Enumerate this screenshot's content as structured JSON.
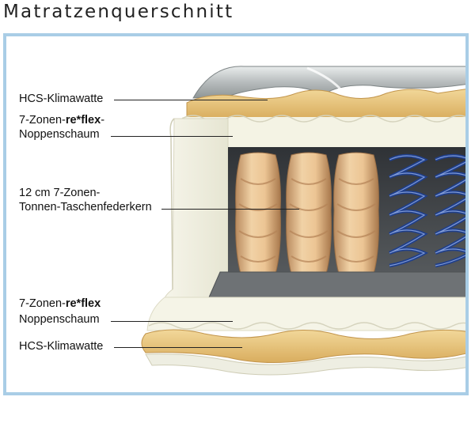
{
  "title": "Matratzenquerschnitt",
  "labels": {
    "top_wadding": "HCS-Klimawatte",
    "top_foam_line1_prefix": "7-Zonen-",
    "top_foam_line1_brand": "re*flex",
    "top_foam_line1_suffix": "-",
    "top_foam_line2": "Noppenschaum",
    "spring_line1": "12 cm 7-Zonen-",
    "spring_line2": "Tonnen-Taschenfederkern",
    "bottom_foam_line1_prefix": "7-Zonen-",
    "bottom_foam_line1_brand": "re*flex",
    "bottom_foam_line2": "Noppenschaum",
    "bottom_wadding": "HCS-Klimawatte"
  },
  "colors": {
    "frame": "#a9cde6",
    "wadding": "#e6c27a",
    "foam": "#f4f3e4",
    "cover": "#b8bcbc",
    "pocket": "#e0b78c",
    "spring": "#1f3f8c",
    "felt": "#6e7275"
  }
}
